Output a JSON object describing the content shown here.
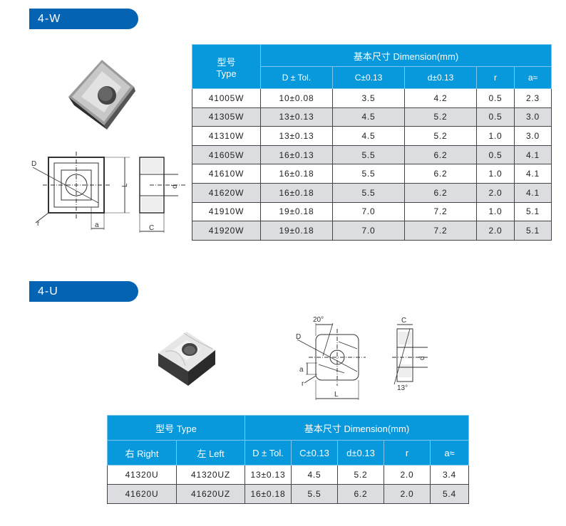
{
  "sections": [
    {
      "label": "4-W",
      "table": {
        "header": {
          "type_cn": "型号",
          "type_en": "Type",
          "dimension": "基本尺寸  Dimension(mm)",
          "columns": [
            "D ± Tol.",
            "C±0.13",
            "d±0.13",
            "r",
            "a≈"
          ]
        },
        "rows": [
          {
            "type": "41005W",
            "D": "10±0.08",
            "C": "3.5",
            "d": "4.2",
            "r": "0.5",
            "a": "2.3"
          },
          {
            "type": "41305W",
            "D": "13±0.13",
            "C": "4.5",
            "d": "5.2",
            "r": "0.5",
            "a": "3.0"
          },
          {
            "type": "41310W",
            "D": "13±0.13",
            "C": "4.5",
            "d": "5.2",
            "r": "1.0",
            "a": "3.0"
          },
          {
            "type": "41605W",
            "D": "16±0.13",
            "C": "5.5",
            "d": "6.2",
            "r": "0.5",
            "a": "4.1"
          },
          {
            "type": "41610W",
            "D": "16±0.18",
            "C": "5.5",
            "d": "6.2",
            "r": "1.0",
            "a": "4.1"
          },
          {
            "type": "41620W",
            "D": "16±0.18",
            "C": "5.5",
            "d": "6.2",
            "r": "2.0",
            "a": "4.1"
          },
          {
            "type": "41910W",
            "D": "19±0.18",
            "C": "7.0",
            "d": "7.2",
            "r": "1.0",
            "a": "5.1"
          },
          {
            "type": "41920W",
            "D": "19±0.18",
            "C": "7.0",
            "d": "7.2",
            "r": "2.0",
            "a": "5.1"
          }
        ]
      },
      "drawing_labels": {
        "D": "D",
        "L": "L",
        "d": "d",
        "r": "r",
        "a": "a",
        "C": "C"
      }
    },
    {
      "label": "4-U",
      "table": {
        "header": {
          "type": "型号   Type",
          "dimension": "基本尺寸  Dimension(mm)",
          "right": "右   Right",
          "left": "左   Left",
          "columns": [
            "D ± Tol.",
            "C±0.13",
            "d±0.13",
            "r",
            "a≈"
          ]
        },
        "rows": [
          {
            "right": "41320U",
            "left": "41320UZ",
            "D": "13±0.13",
            "C": "4.5",
            "d": "5.2",
            "r": "2.0",
            "a": "3.4"
          },
          {
            "right": "41620U",
            "left": "41620UZ",
            "D": "16±0.18",
            "C": "5.5",
            "d": "6.2",
            "r": "2.0",
            "a": "5.4"
          }
        ]
      },
      "drawing_labels": {
        "angle_top": "20°",
        "D": "D",
        "a": "a",
        "r": "r",
        "L": "L",
        "C": "C",
        "d": "d",
        "angle_side": "13°"
      }
    }
  ],
  "colors": {
    "section_pill": "#0463b3",
    "table_header": "#0898dc",
    "row_alt": "#dcdde0",
    "border": "#444444"
  }
}
